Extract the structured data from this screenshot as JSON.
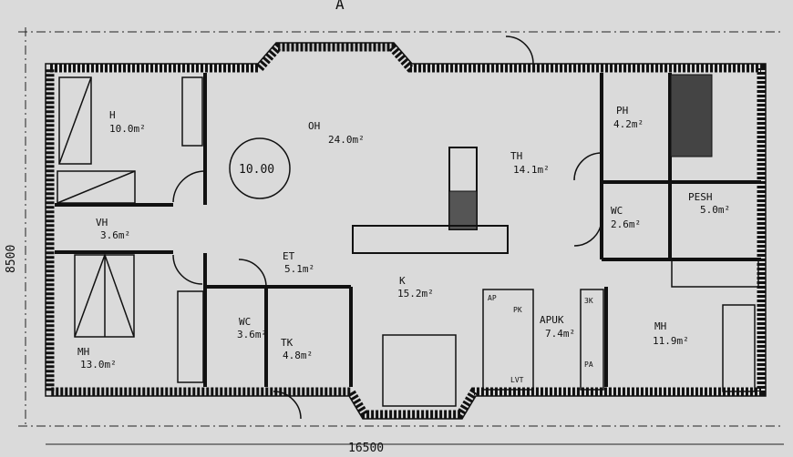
{
  "title_marker": "A",
  "dimensions": {
    "height": "8500",
    "width": "16500"
  },
  "ceiling_height": "10.00",
  "rooms": [
    {
      "code": "H",
      "area": "10.0m²"
    },
    {
      "code": "OH",
      "area": "24.0m²"
    },
    {
      "code": "VH",
      "area": "3.6m²"
    },
    {
      "code": "MH",
      "area": "13.0m²"
    },
    {
      "code": "WC",
      "area": "3.6m²"
    },
    {
      "code": "TK",
      "area": "4.8m²"
    },
    {
      "code": "ET",
      "area": "5.1m²"
    },
    {
      "code": "K",
      "area": "15.2m²"
    },
    {
      "code": "TH",
      "area": "14.1m²"
    },
    {
      "code": "PH",
      "area": "4.2m²"
    },
    {
      "code": "WC",
      "area": "2.6m²"
    },
    {
      "code": "PESH",
      "area": "5.0m²"
    },
    {
      "code": "APUK",
      "area": "7.4m²"
    },
    {
      "code": "MH",
      "area": "11.9m²"
    }
  ],
  "fixtures": {
    "ap": "AP",
    "pk": "PK",
    "lvt": "LVT",
    "3k": "3K",
    "pa": "PA"
  }
}
